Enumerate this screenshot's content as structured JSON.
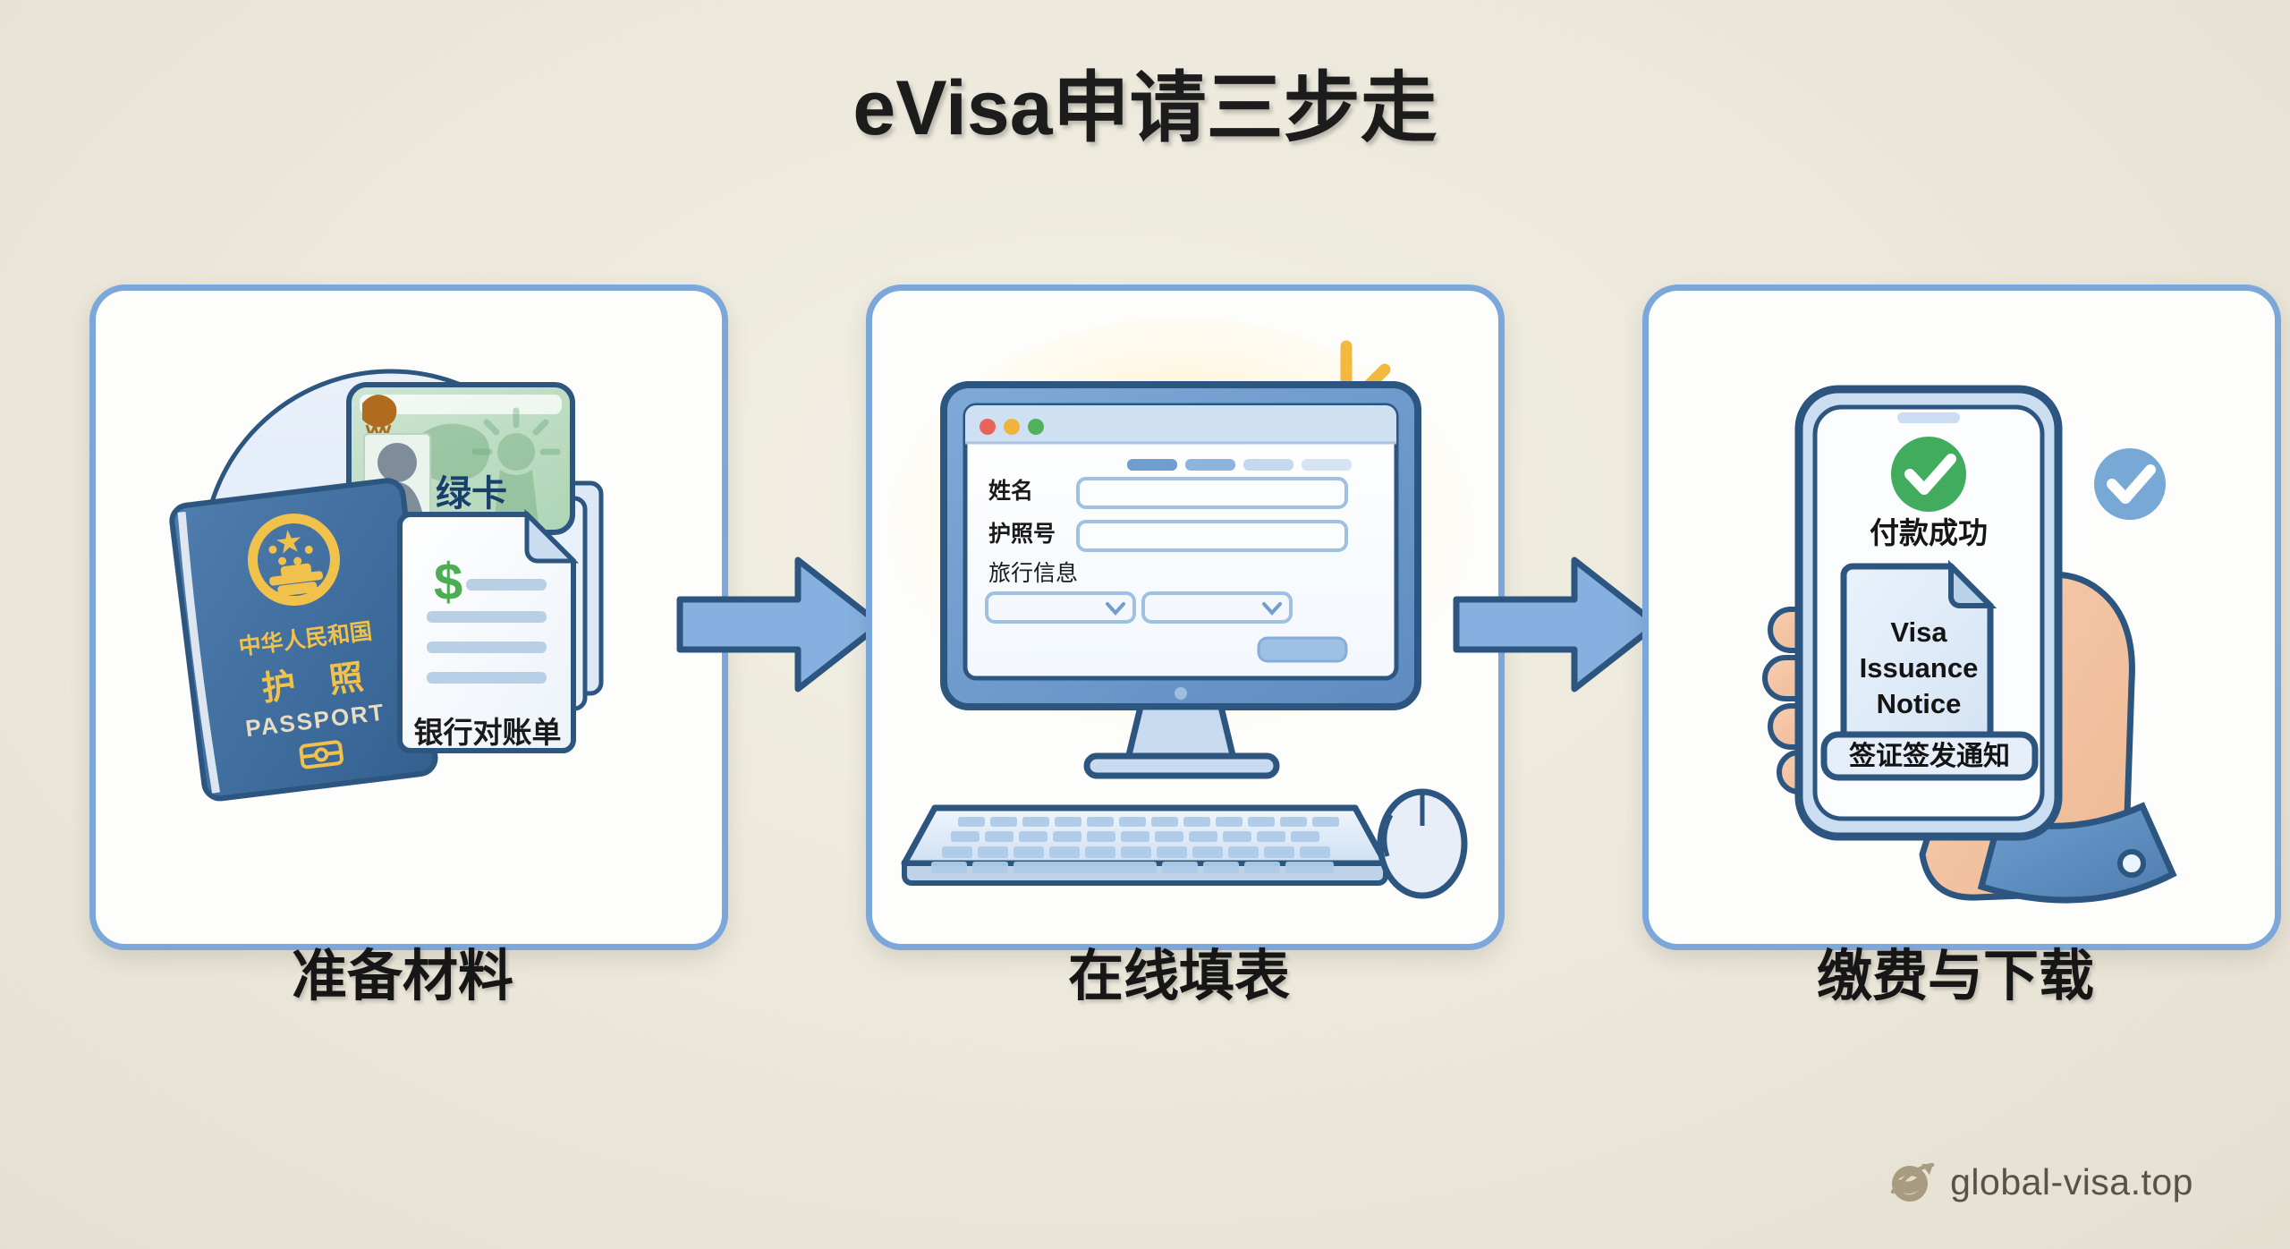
{
  "page": {
    "title": "eVisa申请三步走",
    "background_color": "#EAE6D9",
    "accent_color": "#7BA7DB",
    "outline_color": "#2C5580"
  },
  "steps": [
    {
      "id": "step-1",
      "caption": "准备材料",
      "documents": {
        "passport": {
          "line1": "中华人民和国",
          "line2_left": "护",
          "line2_right": "照",
          "line3": "PASSPORT"
        },
        "green_card": {
          "label": "绿卡"
        },
        "bank_statement": {
          "label": "银行对账单",
          "currency_symbol": "$"
        }
      }
    },
    {
      "id": "step-2",
      "caption": "在线填表",
      "browser": {
        "traffic_lights": [
          "#E8645A",
          "#F0B43C",
          "#52B25B"
        ],
        "form_fields": [
          {
            "label": "姓名",
            "value": "",
            "type": "text"
          },
          {
            "label": "护照号",
            "value": "",
            "type": "text"
          }
        ],
        "section_label": "旅行信息",
        "selects": [
          {
            "value": "",
            "icon": "chevron-down-icon"
          },
          {
            "value": "",
            "icon": "chevron-down-icon"
          }
        ],
        "submit_button_label": ""
      },
      "peripherals": [
        "keyboard",
        "mouse"
      ]
    },
    {
      "id": "step-3",
      "caption": "缴费与下载",
      "phone": {
        "payment_status": "付款成功",
        "payment_icon": "green-check-circle-icon",
        "document": {
          "title_lines": [
            "Visa",
            "Issuance",
            "Notice"
          ],
          "badge_label": "签证签发通知"
        }
      },
      "verified_badge_icon": "blue-check-circle-icon"
    }
  ],
  "arrows": [
    {
      "id": "arrow-1",
      "direction": "right"
    },
    {
      "id": "arrow-2",
      "direction": "right"
    }
  ],
  "footer": {
    "brand": "global-visa.top",
    "logo_icon": "globe-arrow-icon",
    "sparkle_icon": "sparkle-icon"
  }
}
